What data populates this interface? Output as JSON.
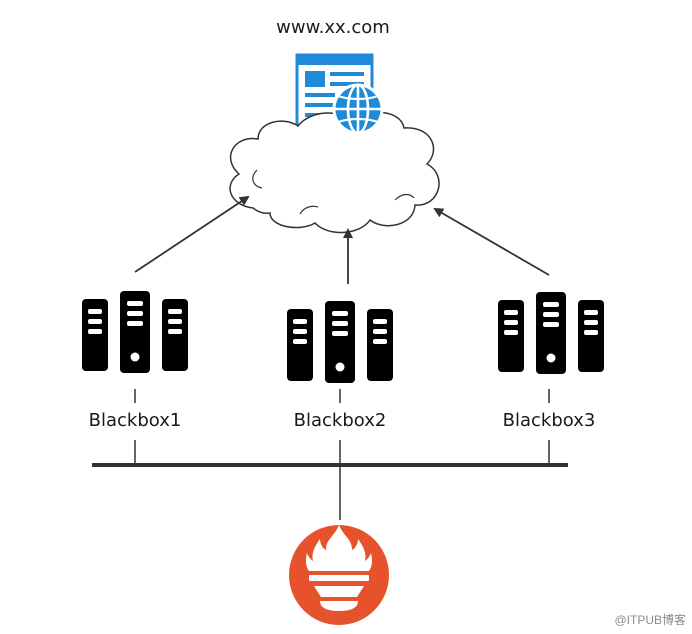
{
  "website": {
    "label": "www.xx.com",
    "icon": "webpage-globe-icon"
  },
  "cloud": {
    "icon": "internet-cloud-icon"
  },
  "servers": [
    {
      "label": "Blackbox1",
      "icon": "server-rack-icon"
    },
    {
      "label": "Blackbox2",
      "icon": "server-rack-icon"
    },
    {
      "label": "Blackbox3",
      "icon": "server-rack-icon"
    }
  ],
  "collector": {
    "icon": "prometheus-logo-icon",
    "color": "#e6522c"
  },
  "watermark": "@ITPUB博客",
  "colors": {
    "stroke": "#333333",
    "server": "#000000",
    "webpage_blue": "#1f8bd8",
    "globe_blue": "#1f8bd8"
  }
}
